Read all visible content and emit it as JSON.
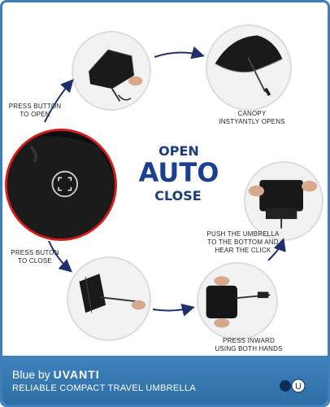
{
  "center": {
    "open": "OPEN",
    "auto": "AUTO",
    "close": "CLOSE"
  },
  "captions": {
    "press_open": [
      "PRESS BUTTON",
      "TO OPEN"
    ],
    "canopy_opens": [
      "CANOPY",
      "INSTYANTLY OPENS"
    ],
    "press_close": [
      "PRESS BUTON",
      "TO CLOSE"
    ],
    "push_bottom": [
      "PUSH THE UMBRELLA",
      "TO THE BOTTOM AND",
      "HEAR THE CLICK"
    ],
    "press_inward": [
      "PRESS INWARD",
      "USING BOTH HANDS"
    ]
  },
  "footer": {
    "brand_prefix": "Blue by",
    "brand_logo": "UVANTI",
    "tagline": "RELIABLE COMPACT TRAVEL UMBRELLA",
    "badge_letter": "U"
  },
  "colors": {
    "frame": "#3d7fb9",
    "accent_text": "#1b3b7a",
    "arrow": "#1f2f6e",
    "ring": "#d61c1c"
  },
  "icons": [
    "umbrella-opening-photo",
    "umbrella-open-photo",
    "button-closeup-photo",
    "umbrella-closing-photo",
    "umbrella-folded-photo",
    "umbrella-pressing-photo",
    "arrow-icon"
  ]
}
